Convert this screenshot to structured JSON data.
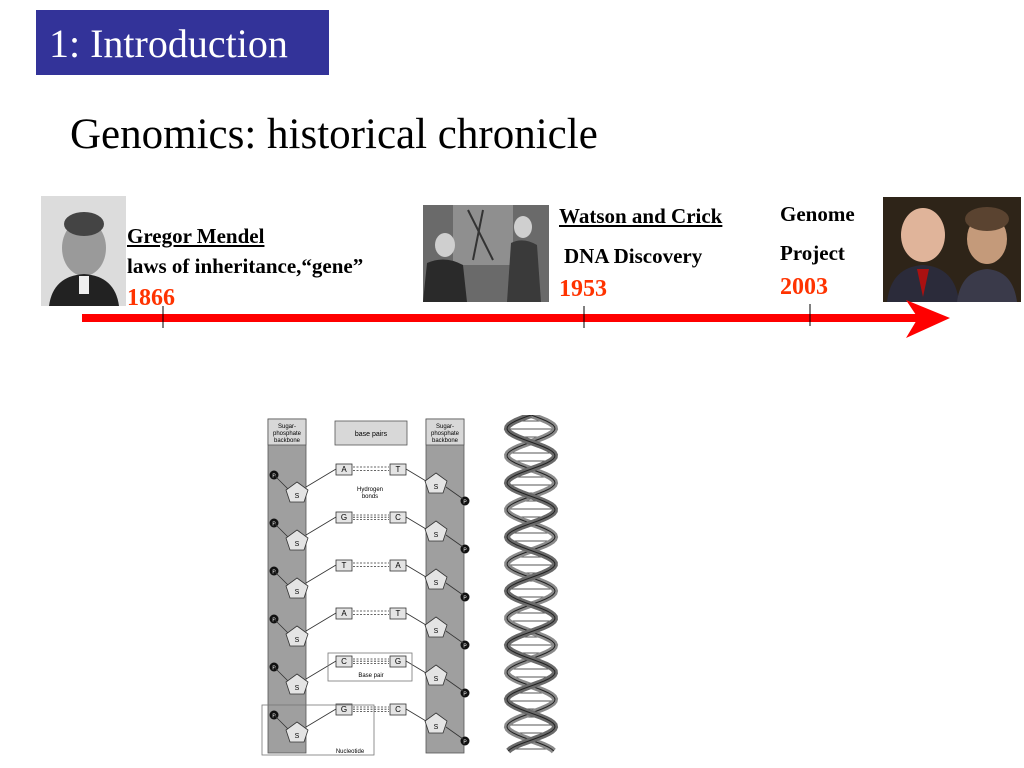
{
  "section": {
    "label": "1: Introduction"
  },
  "slide": {
    "title": "Genomics: historical chronicle"
  },
  "colors": {
    "section_bg": "#333399",
    "timeline": "#ff0000",
    "year_text": "#ff3300"
  },
  "timeline": {
    "events": [
      {
        "name": "Gregor Mendel",
        "desc": "laws of inheritance,“gene”",
        "year": "1866"
      },
      {
        "name": "Watson and Crick",
        "desc": "DNA Discovery",
        "year": "1953"
      },
      {
        "name_line1": "Genome",
        "name_line2": "Project",
        "year": "2003"
      }
    ]
  },
  "dna_diagram": {
    "left_backbone": "Sugar-phosphate backbone",
    "right_backbone": "Sugar-phosphate backbone",
    "base_pairs_header": "base pairs",
    "hydrogen_bonds_label": "Hydrogen bonds",
    "base_pair_label": "Base pair",
    "nucleotide_label": "Nucleotide",
    "sugar_label": "S",
    "phosphate_label": "P",
    "pairs": [
      [
        "A",
        "T"
      ],
      [
        "G",
        "C"
      ],
      [
        "T",
        "A"
      ],
      [
        "A",
        "T"
      ],
      [
        "C",
        "G"
      ],
      [
        "G",
        "C"
      ]
    ]
  },
  "icons": {
    "mendel": "portrait-photo",
    "watson_crick": "portrait-photo",
    "genome": "portrait-photo",
    "dna": "double-helix"
  }
}
